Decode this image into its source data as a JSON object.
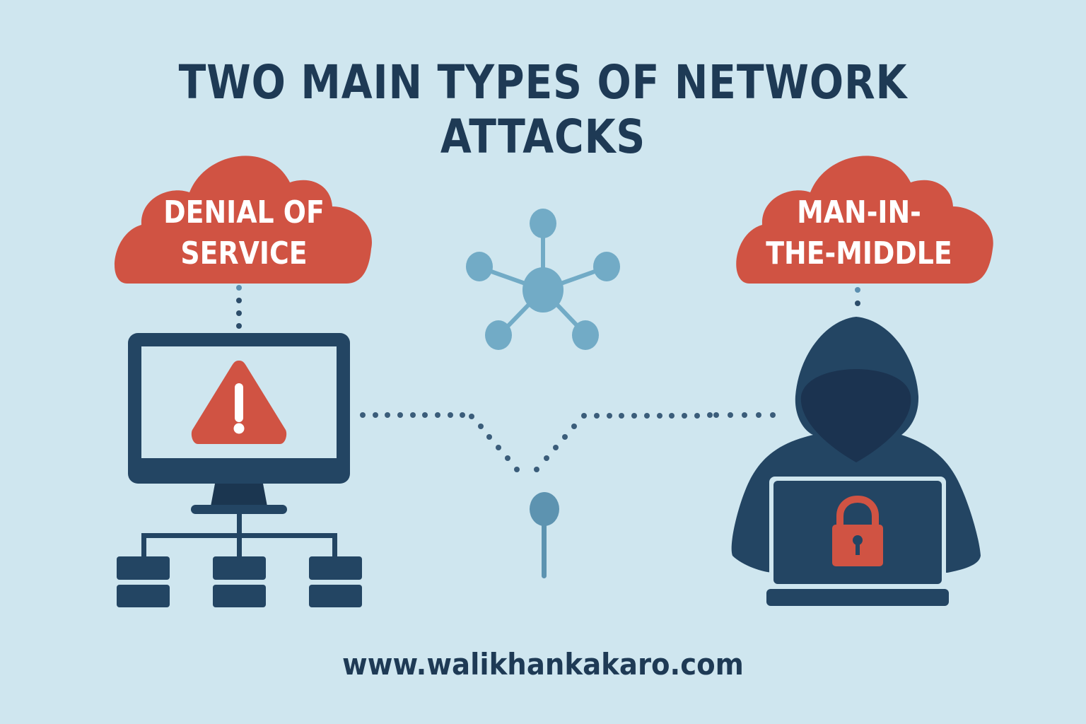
{
  "title": "TWO MAIN TYPES OF NETWORK ATTACKS",
  "left_attack": {
    "label_line1": "DENIAL OF",
    "label_line2": "SERVICE",
    "icons": [
      "cloud-icon",
      "monitor-icon",
      "warning-icon",
      "network-hierarchy-icon"
    ]
  },
  "right_attack": {
    "label_line1": "MAN-IN-",
    "label_line2": "THE-MIDDLE",
    "icons": [
      "cloud-icon",
      "hooded-hacker-icon",
      "laptop-icon",
      "padlock-icon"
    ]
  },
  "center": {
    "icons": [
      "network-hub-icon",
      "node-pin-icon",
      "dotted-connection-lines"
    ]
  },
  "footer": {
    "url": "www.walikhankakaro.com"
  },
  "colors": {
    "background": "#cfe6ef",
    "navy": "#1e3a55",
    "dark_navy": "#234563",
    "red": "#d05343",
    "light_blue": "#72abc6",
    "white": "#ffffff"
  }
}
